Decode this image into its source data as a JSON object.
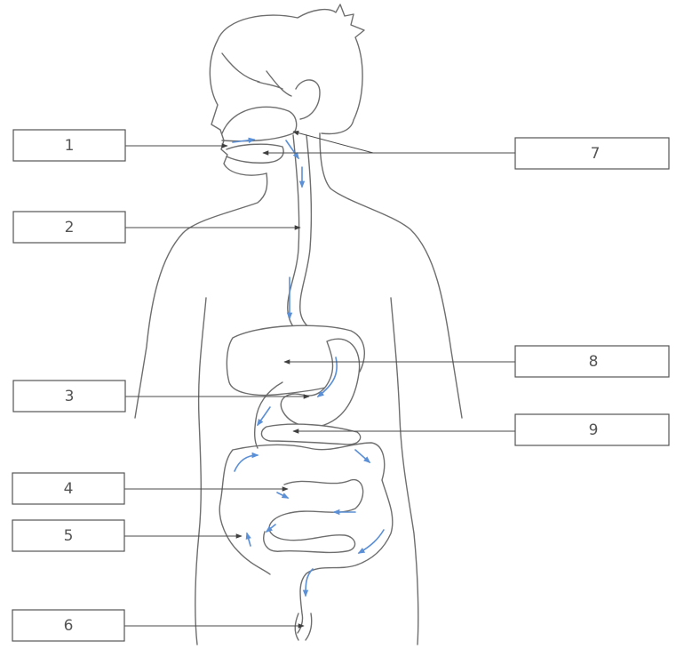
{
  "colors": {
    "outline": "#6e6e6e",
    "flow_arrows": "#5b8fd6",
    "label_border": "#555555",
    "label_text": "#555555"
  },
  "labels": [
    {
      "id": "1",
      "text": "1"
    },
    {
      "id": "2",
      "text": "2"
    },
    {
      "id": "3",
      "text": "3"
    },
    {
      "id": "4",
      "text": "4"
    },
    {
      "id": "5",
      "text": "5"
    },
    {
      "id": "6",
      "text": "6"
    },
    {
      "id": "7",
      "text": "7"
    },
    {
      "id": "8",
      "text": "8"
    },
    {
      "id": "9",
      "text": "9"
    }
  ]
}
